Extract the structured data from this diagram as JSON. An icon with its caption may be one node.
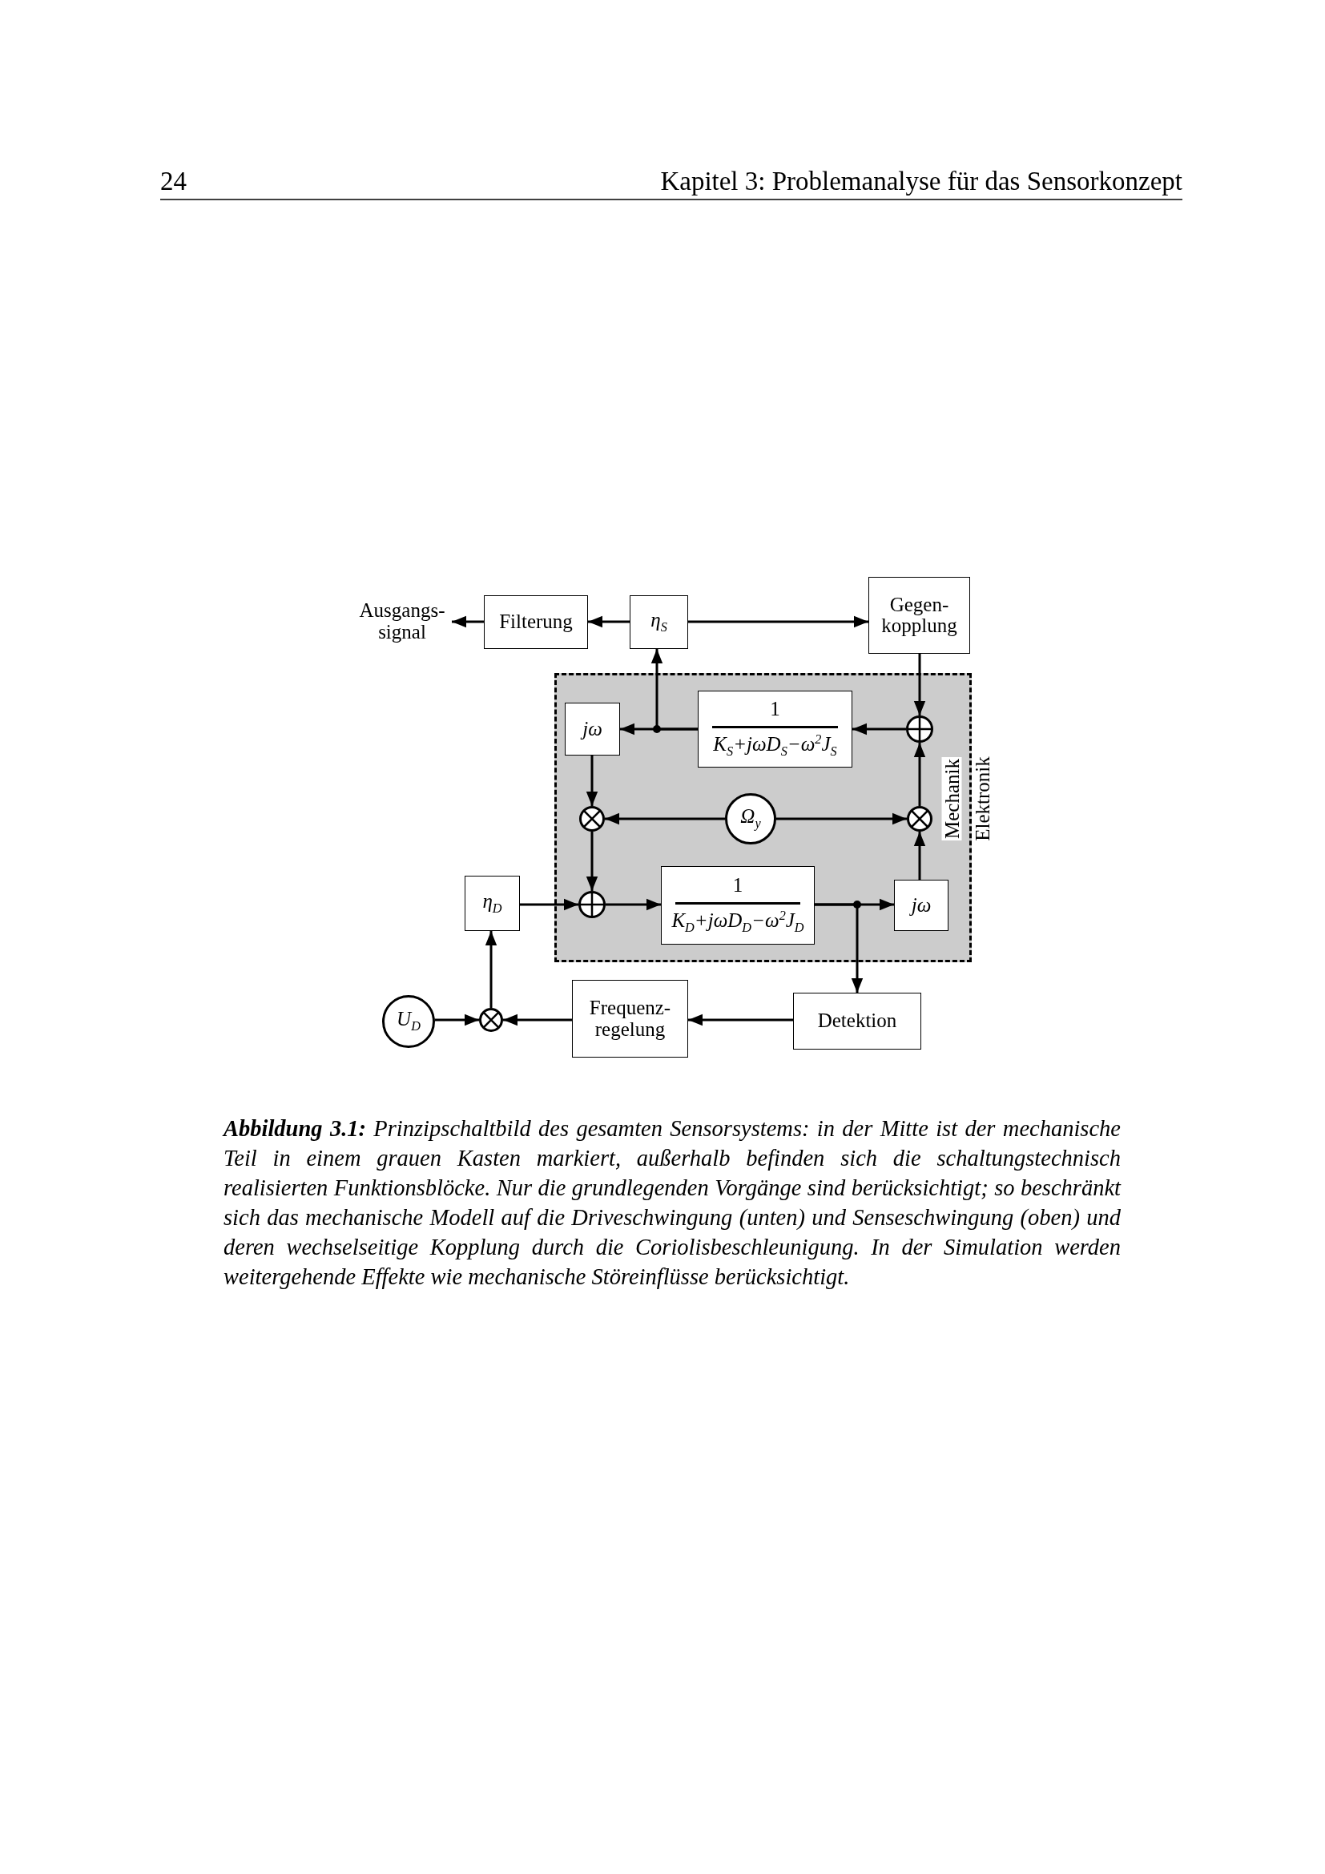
{
  "diagram": {
    "caption": "**Abbildung 3.1:** Prinzipschaltbild des gesamten Sensorsystems: in der Mitte ist der mechanische Teil in einem grauen Kasten markiert, außerhalb befinden sich die schaltungstechnisch realisierten Funktionsblöcke. Nur die grundlegenden Vorgänge sind berücksichtigt; so beschränkt sich das mechanische Modell auf die Driveschwingung (unten) und Senseschwingung (oben) und deren wechselseitige Kopplung durch die Coriolisbeschleunigung. In der Simulation werden weitergehende Effekte wie mechanische Störeinflüsse berücksichtigt.",
    "nodes": [
      {
        "text": [
          "Ausgangs- signal"
        ]
      },
      {
        "text": [
          "Filterung"
        ]
      },
      {
        "text": [
          "η$_{S}$"
        ]
      },
      {
        "text": [
          "Gegen- kopplung"
        ]
      },
      {
        "text": [],
        "shape": "box"
      },
      {
        "text": [
          "jω"
        ],
        "in": 4
      },
      {
        "text": [
          "1",
          "K$_{S}$+jωD$_{S}$−ω$^{2}$J$_{S}$"
        ],
        "in": 4
      },
      {
        "text": [],
        "shape": "circled-plus",
        "in": 4
      },
      {
        "text": [],
        "shape": "circled-cross",
        "in": 4
      },
      {
        "text": [
          "Ω$_{y}$"
        ],
        "in": 4
      },
      {
        "text": [],
        "shape": "circled-cross",
        "in": 4
      },
      {
        "text": [],
        "shape": "circled-plus",
        "in": 4
      },
      {
        "text": [
          "1",
          "K$_{D}$+jωD$_{D}$−ω$^{2}$J$_{D}$"
        ],
        "in": 4
      },
      {
        "text": [
          "jω"
        ],
        "in": 4
      },
      {
        "text": [
          "η$_{D}$"
        ]
      },
      {
        "text": [
          "U$_{D}$"
        ]
      },
      {
        "text": [],
        "shape": "circled-cross"
      },
      {
        "text": [
          "Frequenz- regelung"
        ]
      },
      {
        "text": [
          "Detektion"
        ]
      }
    ],
    "edges": [
      {
        "from": 1,
        "to": 0,
        "arrow": "to"
      },
      {
        "from": 2,
        "to": 1,
        "arrow": "to"
      },
      {
        "from": 2,
        "to": 3,
        "arrow": "to"
      },
      {
        "from": 3,
        "to": 7,
        "arrow": "to"
      },
      {
        "from": 7,
        "to": 6,
        "arrow": "to"
      },
      {
        "from": 6,
        "to": 5,
        "arrow": "to"
      },
      {
        "from": 6,
        "to": 2,
        "arrow": "to"
      },
      {
        "from": 5,
        "to": 8,
        "arrow": "to"
      },
      {
        "from": 9,
        "to": 8,
        "arrow": "to"
      },
      {
        "from": 9,
        "to": 10,
        "arrow": "to"
      },
      {
        "from": 10,
        "to": 7,
        "arrow": "to"
      },
      {
        "from": 8,
        "to": 11,
        "arrow": "to"
      },
      {
        "from": 14,
        "to": 11,
        "arrow": "to"
      },
      {
        "from": 11,
        "to": 12,
        "arrow": "to"
      },
      {
        "from": 12,
        "to": 13,
        "arrow": "to"
      },
      {
        "from": 12,
        "to": 18,
        "arrow": "to"
      },
      {
        "from": 13,
        "to": 10,
        "arrow": "to"
      },
      {
        "from": 18,
        "to": 17,
        "arrow": "to"
      },
      {
        "from": 17,
        "to": 16,
        "arrow": "to"
      },
      {
        "from": 15,
        "to": 16,
        "arrow": "to"
      },
      {
        "from": 16,
        "to": 14,
        "arrow": "to"
      }
    ],
    "labels": [
      "24",
      "Kapitel 3: Problemanalyse für das Sensorkonzept",
      "Mechanik",
      "Elektronik"
    ]
  }
}
